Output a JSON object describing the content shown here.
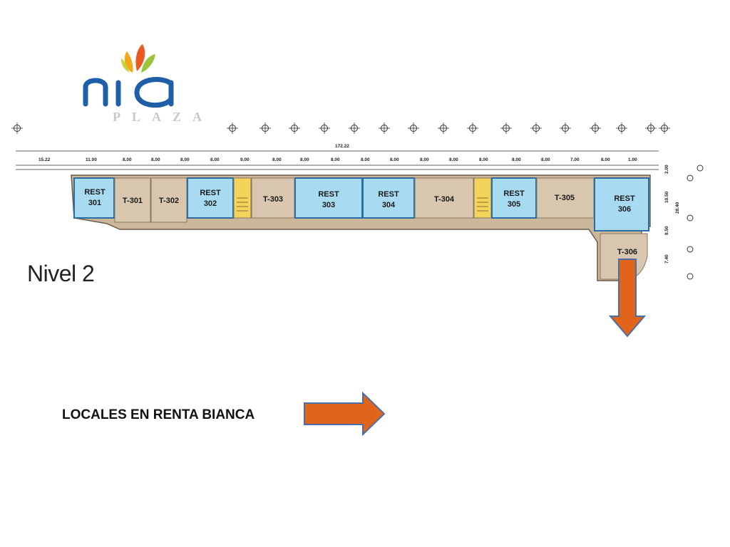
{
  "logo": {
    "word": "nia",
    "sub": "PLAZA"
  },
  "plan": {
    "total_dim": "172.22",
    "segment_dims": [
      "15.22",
      "11.00",
      "8.00",
      "8.00",
      "8.00",
      "8.00",
      "9.00",
      "8.00",
      "8.00",
      "8.00",
      "8.00",
      "8.00",
      "8.00",
      "8.00",
      "8.00",
      "8.00",
      "8.00",
      "7.00",
      "8.00",
      "1.00"
    ],
    "side_dims": [
      "2.00",
      "10.50",
      "28.40",
      "8.50",
      "7.40"
    ],
    "units": [
      {
        "line1": "REST",
        "line2": "301"
      },
      {
        "line1": "T-301",
        "line2": ""
      },
      {
        "line1": "T-302",
        "line2": ""
      },
      {
        "line1": "REST",
        "line2": "302"
      },
      {
        "line1": "T-303",
        "line2": ""
      },
      {
        "line1": "REST",
        "line2": "303"
      },
      {
        "line1": "REST",
        "line2": "304"
      },
      {
        "line1": "T-304",
        "line2": ""
      },
      {
        "line1": "REST",
        "line2": "305"
      },
      {
        "line1": "T-305",
        "line2": ""
      },
      {
        "line1": "REST",
        "line2": "306"
      },
      {
        "line1": "T-306",
        "line2": ""
      }
    ]
  },
  "level_label": "Nivel 2",
  "caption": "LOCALES EN RENTA BIANCA",
  "colors": {
    "rest": "#a8dbf1",
    "retail": "#d8c6ae",
    "corridor": "#cdb79b",
    "stair": "#f3d35a",
    "arrow": "#e0651b",
    "logo_blue": "#1f5fa8"
  }
}
